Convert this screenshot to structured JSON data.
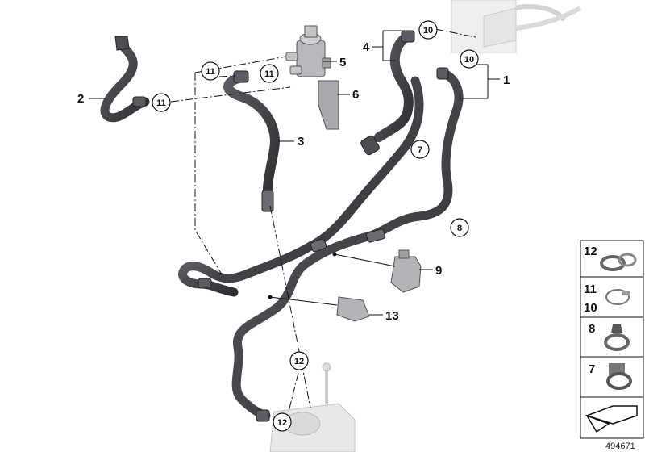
{
  "callouts": {
    "c1": "1",
    "c2": "2",
    "c3": "3",
    "c4": "4",
    "c5": "5",
    "c6": "6",
    "c9": "9",
    "c13": "13"
  },
  "circled": {
    "k10a": "10",
    "k10b": "10",
    "k11a": "11",
    "k11b": "11",
    "k11c": "11",
    "k7": "7",
    "k8": "8",
    "k12a": "12",
    "k12b": "12"
  },
  "legend": {
    "row1": "12",
    "row2a": "11",
    "row2b": "10",
    "row3": "8",
    "row4": "7"
  },
  "reference_number": "494671",
  "colors": {
    "hose": "#3f4044",
    "hose_highlight": "#8a8b90",
    "component_grey": "#b9babd",
    "ghost": "#cfd0d2",
    "line": "#111111"
  }
}
